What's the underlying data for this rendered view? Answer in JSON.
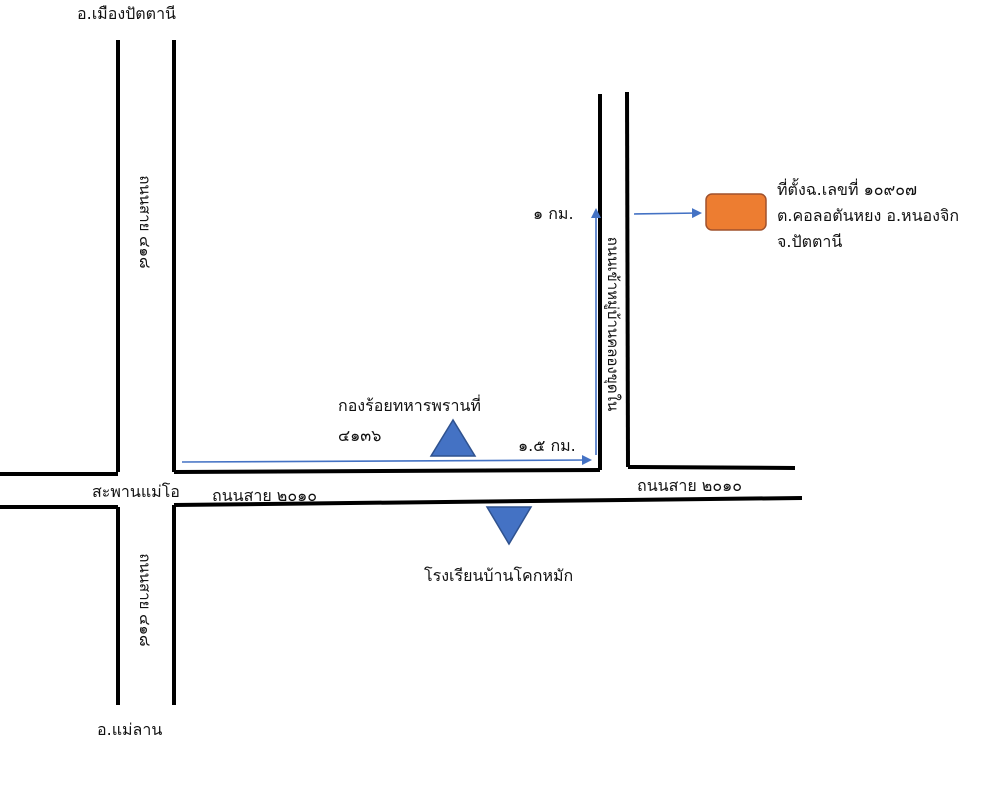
{
  "labels": {
    "north_district": "อ.เมืองปัตตานี",
    "south_district": "อ.แม่ลาน",
    "bridge": "สะพานแม่โอ",
    "road_2010_left": "ถนนสาย ๒๐๑๐",
    "road_2010_right": "ถนนสาย ๒๐๑๐",
    "road_418_north": "ถนนสาย ๔๑๘",
    "road_418_south": "ถนนสาย ๔๑๘",
    "side_road": "ถนนเข้าหมู่บ้านคลองขุดใน",
    "army_camp_line1": "กองร้อยทหารพรานที่",
    "army_camp_line2": "๔๑๓๖",
    "school": "โรงเรียนบ้านโคกหมัก",
    "distance_1_5": "๑.๕ กม.",
    "distance_1": "๑ กม.",
    "location_line1": "ที่ตั้งฉ.เลขที่ ๑๐๙๐๗",
    "location_line2": "ต.คอลอตันหยง อ.หนองจิก",
    "location_line3": "จ.ปัตตานี"
  },
  "colors": {
    "road": "#000000",
    "arrow": "#4472c4",
    "landmark_triangle": "#4472c4",
    "triangle_stroke": "#2f528f",
    "location_marker": "#ed7d31",
    "marker_stroke": "#a0522d"
  }
}
